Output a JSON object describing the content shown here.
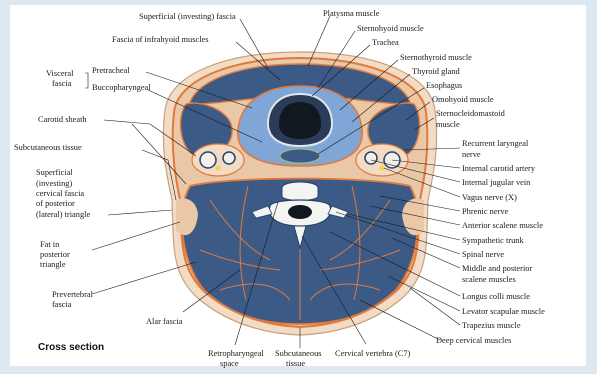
{
  "title": "Cross section",
  "labels_top": {
    "superficial_fascia": "Superficial (investing) fascia",
    "platysma": "Platysma muscle",
    "sternohyoid": "Sternohyoid muscle",
    "trachea": "Trachea",
    "fascia_infrahyoid": "Fascia of infrahyoid muscles",
    "sternothyroid": "Sternothyroid muscle",
    "thyroid_gland": "Thyroid gland",
    "esophagus": "Esophagus",
    "omohyoid": "Omohyoid muscle",
    "scm_1": "Sternocleidomastoid",
    "scm_2": "muscle"
  },
  "labels_left": {
    "visceral_1": "Visceral",
    "visceral_2": "fascia",
    "pretracheal": "Pretracheal",
    "buccopharyngeal": "Buccopharyngeal",
    "carotid_sheath": "Carotid sheath",
    "subcutaneous": "Subcutaneous tissue",
    "superficial_1": "Superficial",
    "superficial_2": "(investing)",
    "superficial_3": "cervical fascia",
    "superficial_4": "of posterior",
    "superficial_5": "(lateral) triangle",
    "fat_1": "Fat in",
    "fat_2": "posterior",
    "fat_3": "triangle",
    "prevertebral_1": "Prevertebral",
    "prevertebral_2": "fascia"
  },
  "labels_right": {
    "recurrent_1": "Recurrent laryngeal",
    "recurrent_2": "nerve",
    "internal_carotid": "Internal carotid artery",
    "internal_jugular": "Internal jugular vein",
    "vagus": "Vagus nerve (X)",
    "phrenic": "Phrenic nerve",
    "anterior_scalene": "Anterior scalene muscle",
    "sympathetic": "Sympathetic trunk",
    "spinal_nerve": "Spinal nerve",
    "middle_scalene_1": "Middle and posterior",
    "middle_scalene_2": "scalene muscles",
    "longus_colli": "Longus colli muscle",
    "levator": "Levator scapulae muscle",
    "trapezius": "Trapezius muscle",
    "deep_cervical": "Deep cervical muscles"
  },
  "labels_bottom": {
    "alar": "Alar fascia",
    "retropharyngeal_1": "Retropharyngeal",
    "retropharyngeal_2": "space",
    "subcut_1": "Subcutaneous",
    "subcut_2": "tissue",
    "vertebra": "Cervical vertebra (C7)"
  },
  "colors": {
    "muscle": "#3b5a86",
    "muscle_dark": "#27416a",
    "fascia": "#e07a3c",
    "skin": "#f3dcc6",
    "fat": "#eac7a6",
    "thyroid": "#7fa6d6",
    "trachea_lumen": "#121820",
    "vessel": "#f2efe8",
    "bone": "#f4f4f0"
  }
}
